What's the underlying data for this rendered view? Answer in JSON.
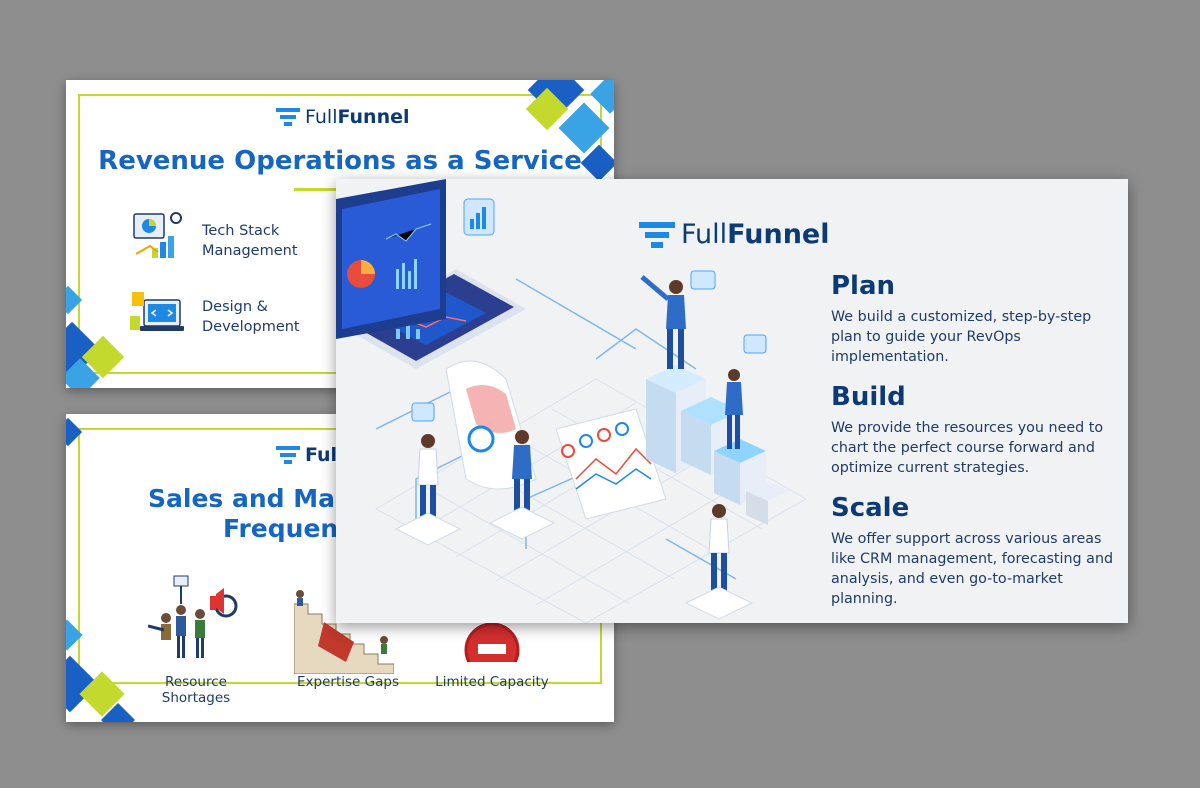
{
  "brand": {
    "logo_light": "Full",
    "logo_bold": "Funnel"
  },
  "slide_top": {
    "title": "Revenue Operations as a Service",
    "services": [
      {
        "label": "Tech Stack Management",
        "icon": "tech-stack-illustration-icon"
      },
      {
        "label": "Design & Development",
        "icon": "design-development-illustration-icon"
      }
    ]
  },
  "slide_bottom": {
    "title_line1": "Sales and Mar",
    "title_line2": "Frequen",
    "logo_partial": "Ful",
    "challenges": [
      {
        "label": "Resource Shortages",
        "icon": "team-megaphone-illustration-icon"
      },
      {
        "label": "Expertise Gaps",
        "icon": "stairs-illustration-icon"
      },
      {
        "label": "Limited Capacity",
        "icon": "no-entry-sign-icon"
      }
    ]
  },
  "slide_main": {
    "sections": [
      {
        "heading": "Plan",
        "text": "We build a customized, step-by-step plan to guide your RevOps implementation."
      },
      {
        "heading": "Build",
        "text": "We provide the resources you need to chart the perfect course forward and optimize current strategies."
      },
      {
        "heading": "Scale",
        "text": "We offer support across various areas like CRM management, forecasting and analysis, and even go-to-market planning."
      }
    ]
  },
  "colors": {
    "brand_blue": "#1566c0",
    "navy": "#0c3a75",
    "lime": "#c4d92e",
    "backdrop": "#8e8e8e"
  }
}
